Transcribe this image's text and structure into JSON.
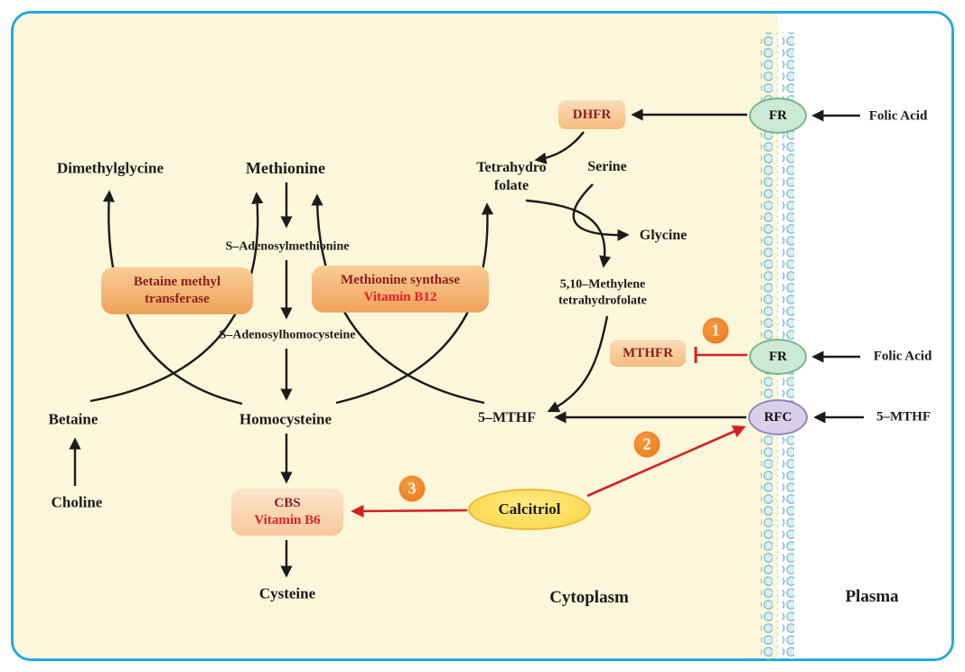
{
  "diagram": {
    "regions": {
      "cytoplasm": "Cytoplasm",
      "plasma": "Plasma"
    },
    "metabolites": {
      "dimethylglycine": "Dimethylglycine",
      "methionine": "Methionine",
      "s_adenosylmethionine": "S–Adenosylmethionine",
      "s_adenosylhomocysteine": "S–Adenosylhomocysteine",
      "homocysteine": "Homocysteine",
      "betaine": "Betaine",
      "choline": "Choline",
      "cysteine": "Cysteine",
      "tetrahydrofolate_l1": "Tetrahydro",
      "tetrahydrofolate_l2": "folate",
      "serine": "Serine",
      "glycine": "Glycine",
      "methylene_thf_l1": "5,10–Methylene",
      "methylene_thf_l2": "tetrahydrofolate",
      "mthf_cytoplasm": "5–MTHF",
      "mthf_plasma": "5–MTHF",
      "folic_acid_top": "Folic Acid",
      "folic_acid_mid": "Folic Acid"
    },
    "enzymes": {
      "dhfr": "DHFR",
      "mthfr": "MTHFR",
      "betaine_methyl_transferase_l1": "Betaine methyl",
      "betaine_methyl_transferase_l2": "transferase",
      "methionine_synthase": "Methionine synthase",
      "methionine_synthase_cofactor": "Vitamin B12",
      "cbs": "CBS",
      "cbs_cofactor": "Vitamin B6"
    },
    "transporters": {
      "fr_top": "FR",
      "fr_mid": "FR",
      "rfc": "RFC"
    },
    "effectors": {
      "calcitriol": "Calcitriol"
    },
    "step_markers": {
      "step1": "1",
      "step2": "2",
      "step3": "3"
    },
    "colors": {
      "background": "#FCF7DA",
      "frame_border": "#29A8DF",
      "enzyme_box": "#F0A159",
      "enzyme_text": "#8B1E1E",
      "cofactor_text": "#E3202A",
      "inhibition_arrow": "#D42127",
      "fr_receptor_fill": "#CBE9D4",
      "rfc_receptor_fill": "#D8CFE9",
      "calcitriol_fill": "#FBD23F",
      "step_marker_fill": "#F08122",
      "membrane_dot_fill": "#D9EFF3"
    }
  }
}
